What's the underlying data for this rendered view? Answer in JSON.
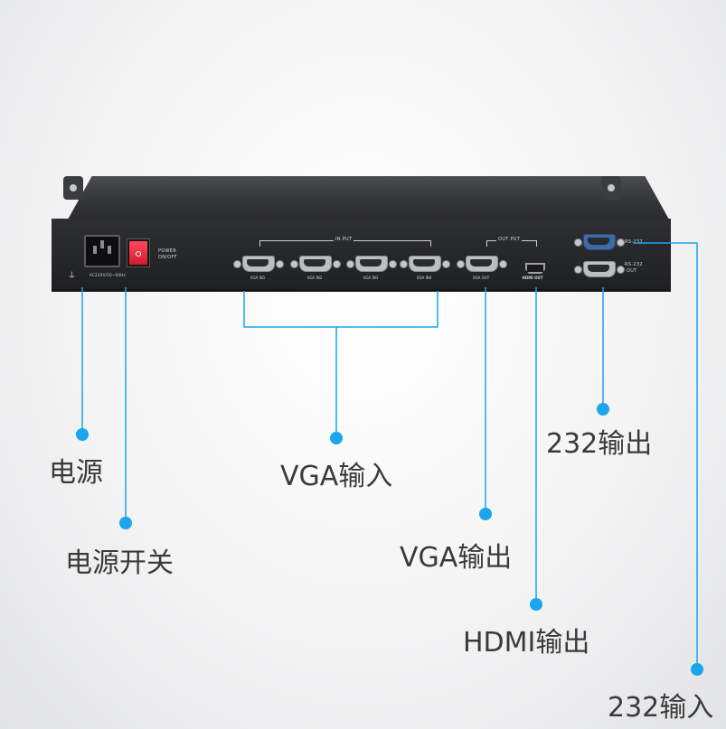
{
  "device": {
    "panel_labels": {
      "power": "POWER",
      "on_off": "ON/OFF",
      "ac_rating": "AC220V/50~60Hz",
      "input_section": "IN PUT",
      "output_section": "OUT PUT",
      "rs232_in": "RS-232",
      "rs232_out": "RS-232",
      "rs232_out_sub": "OUT"
    },
    "ports": {
      "vga_in": [
        "VGA IN1",
        "VGA IN2",
        "VGA IN3",
        "VGA IN4"
      ],
      "vga_out": "VGA OUT",
      "hdmi_out": "HDMI OUT"
    }
  },
  "callouts": {
    "power": "电源",
    "power_switch": "电源开关",
    "vga_input": "VGA输入",
    "vga_output": "VGA输出",
    "hdmi_output": "HDMI输出",
    "rs232_output": "232输出",
    "rs232_input": "232输入"
  },
  "colors": {
    "accent": "#1aa5ec",
    "text": "#3a3a3a",
    "device": "#2a2b2e",
    "switch": "#e8283c"
  }
}
